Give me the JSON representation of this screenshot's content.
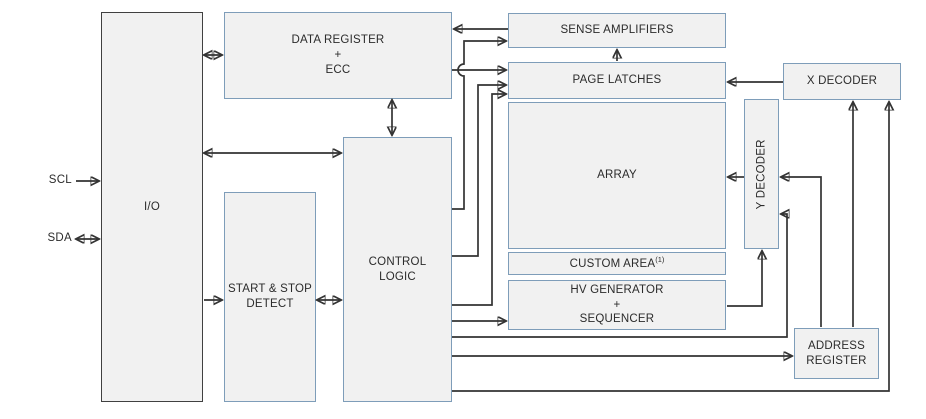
{
  "diagram": {
    "pins": {
      "scl": "SCL",
      "sda": "SDA"
    },
    "blocks": {
      "io": {
        "label": "I/O"
      },
      "data_register": {
        "label": "DATA REGISTER\n+\nECC"
      },
      "start_stop_detect": {
        "label": "START & STOP\nDETECT"
      },
      "control_logic": {
        "label": "CONTROL\nLOGIC"
      },
      "sense_amplifiers": {
        "label": "SENSE AMPLIFIERS"
      },
      "page_latches": {
        "label": "PAGE LATCHES"
      },
      "array": {
        "label": "ARRAY"
      },
      "custom_area": {
        "label": "CUSTOM AREA",
        "footnote": "(1)"
      },
      "hv_generator": {
        "label": "HV GENERATOR\n+\nSEQUENCER"
      },
      "x_decoder": {
        "label": "X DECODER"
      },
      "y_decoder": {
        "label": "Y DECODER"
      },
      "address_register": {
        "label": "ADDRESS\nREGISTER"
      }
    },
    "colors": {
      "background": "#ffffff",
      "block_fill": "#f1f1f1",
      "block_border": "#7e9db9",
      "io_border": "#404040",
      "connector": "#333333",
      "text": "#2b2b2b"
    }
  }
}
